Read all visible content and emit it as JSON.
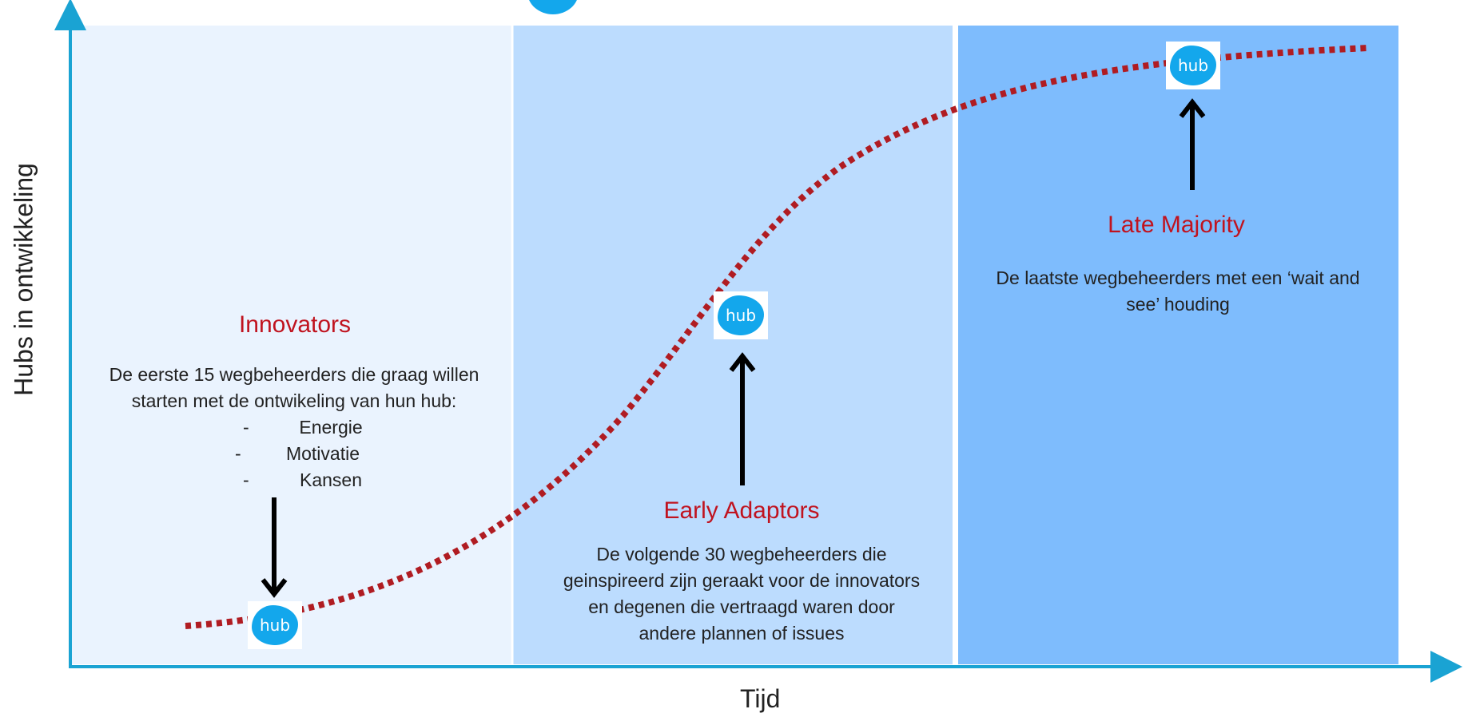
{
  "axes": {
    "x_label": "Tijd",
    "y_label": "Hubs in ontwikkeling"
  },
  "colors": {
    "axis": "#1aa3d3",
    "zone_1": "#eaf3fe",
    "zone_2": "#bcdcfe",
    "zone_3": "#7ebcfd",
    "curve": "#b01c22",
    "title": "#c0131f",
    "hub": "#13a7ec"
  },
  "icons": {
    "hub": "hub-logo-icon",
    "arrow": "arrow-icon"
  },
  "zones": [
    {
      "title": "Innovators",
      "description": [
        "De eerste 15 wegbeheerders die graag willen",
        "starten met de ontwikeling van hun hub:"
      ],
      "bullets": [
        {
          "dash": "-",
          "text": "Energie"
        },
        {
          "dash": "-",
          "text": "Motivatie"
        },
        {
          "dash": "-",
          "text": "Kansen"
        }
      ],
      "hub_label": "hub"
    },
    {
      "title": "Early Adaptors",
      "description": [
        "De volgende 30 wegbeheerders die",
        "geinspireerd zijn geraakt voor de innovators",
        "en degenen die vertraagd waren door",
        "andere plannen of issues"
      ],
      "hub_label": "hub"
    },
    {
      "title": "Late Majority",
      "description": [
        "De laatste wegbeheerders met een ‘wait and",
        "see’ houding"
      ],
      "hub_label": "hub"
    }
  ]
}
